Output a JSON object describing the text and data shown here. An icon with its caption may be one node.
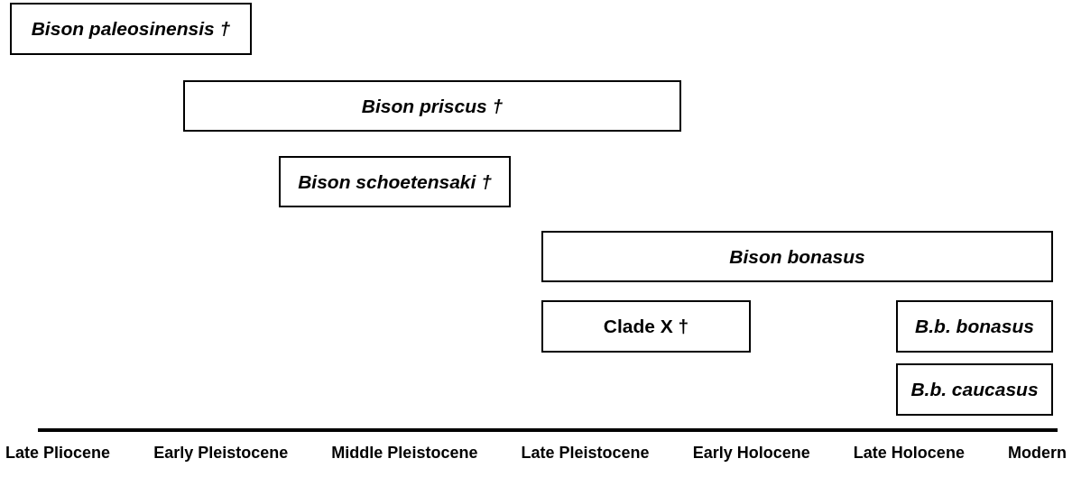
{
  "diagram": {
    "nodes": [
      {
        "text": [
          "Bison paleosinensis †"
        ]
      },
      {
        "text": [
          "Bison priscus †"
        ]
      },
      {
        "text": [
          "Bison schoetensaki †"
        ]
      },
      {
        "text": [
          "Bison bonasus"
        ]
      },
      {
        "text": [
          "Clade X †"
        ]
      },
      {
        "text": [
          "B.b. bonasus"
        ]
      },
      {
        "text": [
          "B.b. caucasus"
        ]
      }
    ],
    "edges": [],
    "labels": [
      "Late Pliocene",
      "Early Pleistocene",
      "Middle Pleistocene",
      "Late Pleistocene",
      "Early Holocene",
      "Late Holocene",
      "Modern"
    ]
  }
}
